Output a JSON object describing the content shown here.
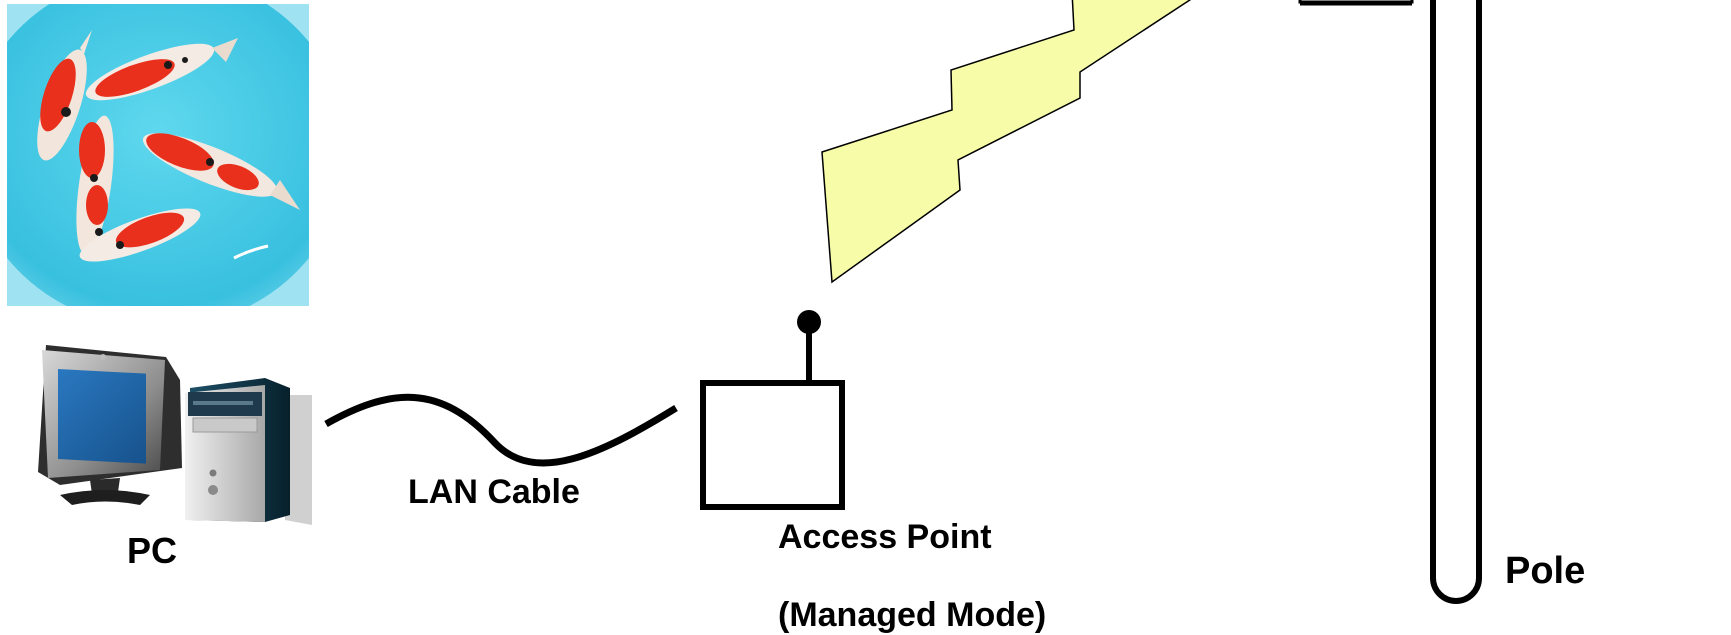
{
  "labels": {
    "pc": "PC",
    "lan_cable": "LAN Cable",
    "access_point": "Access Point",
    "access_point_mode": "(Managed Mode)",
    "pole": "Pole"
  },
  "colors": {
    "wireless_signal": "#f7fca8",
    "water": "#3fc6e2",
    "koi_red": "#e8301c",
    "monitor_screen": "#1f65a8"
  },
  "icons": {
    "photo": "koi-fish-photo",
    "computer": "desktop-computer-icon",
    "cable": "lan-cable-icon",
    "access_point": "access-point-icon",
    "signal": "wireless-signal-icon",
    "pole": "pole-icon"
  }
}
